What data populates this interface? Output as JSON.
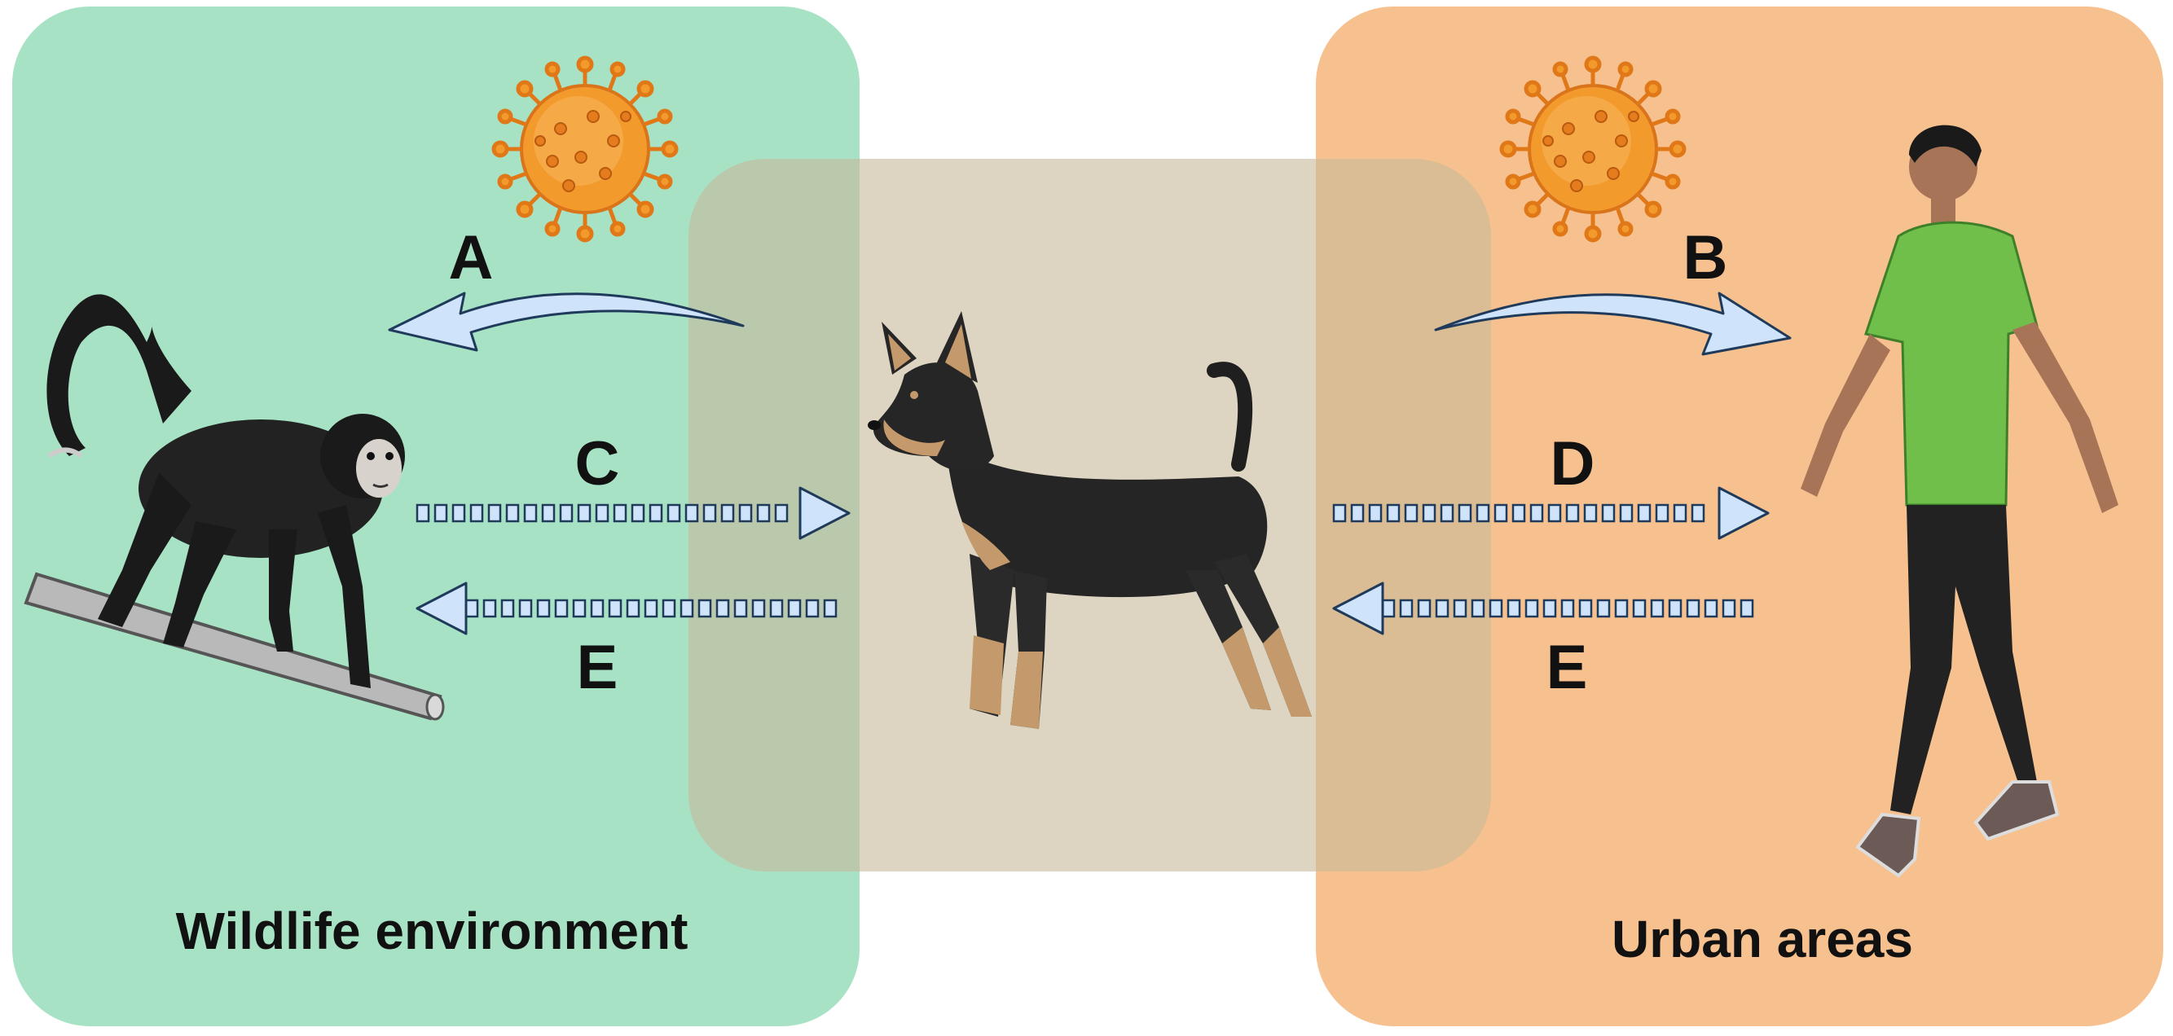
{
  "colors": {
    "wildlife_region": "#a8e2c5",
    "urban_region": "#f7c18f",
    "domestic_overlap": "#c6b99a",
    "arrow_fill": "#cfe4fa",
    "arrow_stroke": "#1f3a5a",
    "virus_orange": "#f39a2c",
    "text": "#111111"
  },
  "regions": {
    "wildlife_label": "Wildlife environment",
    "urban_label": "Urban areas"
  },
  "arrows": {
    "a": "A",
    "b": "B",
    "c": "C",
    "d": "D",
    "e_left": "E",
    "e_right": "E"
  },
  "icons": {
    "monkey": "spider-monkey-on-branch",
    "dog": "domestic-dog",
    "human": "walking-man",
    "virus_left": "coronavirus",
    "virus_right": "coronavirus"
  }
}
